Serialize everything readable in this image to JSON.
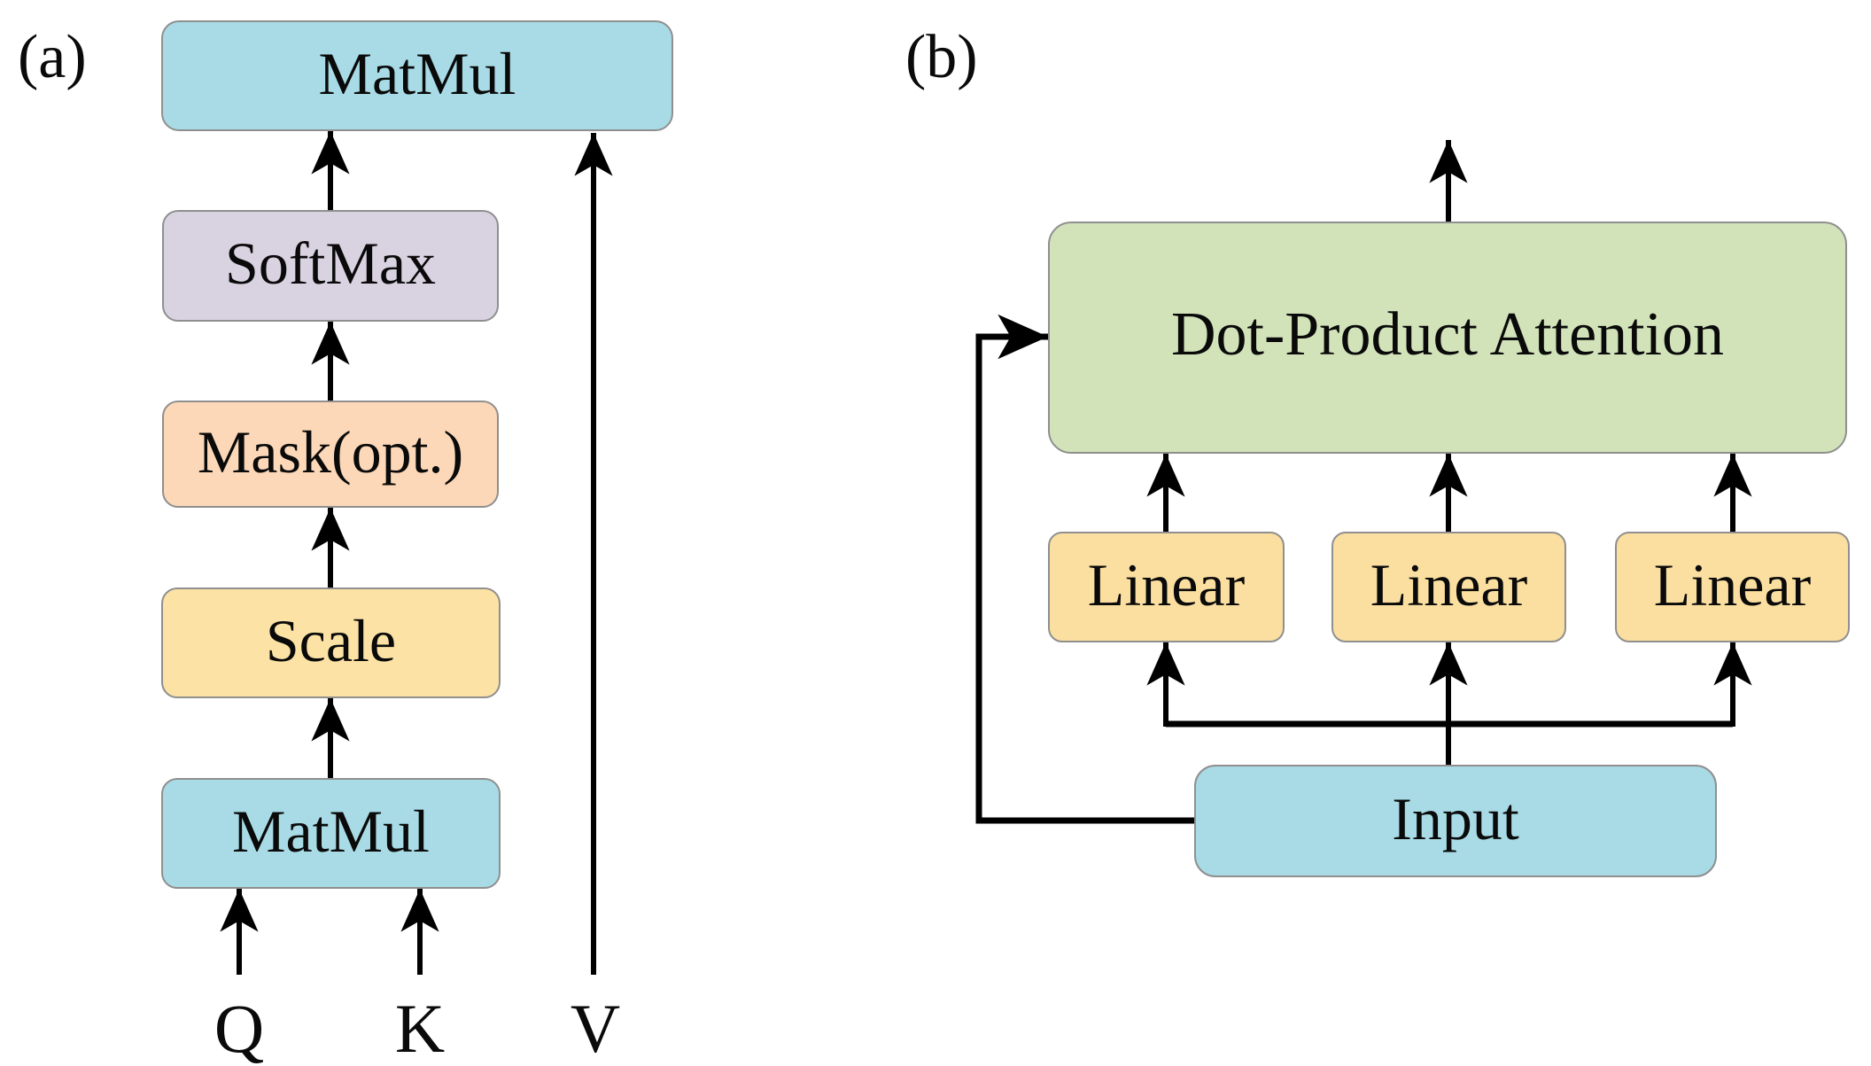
{
  "figure": {
    "panel_a": {
      "label": "(a)",
      "top_matmul": "MatMul",
      "softmax": "SoftMax",
      "mask": "Mask(opt.)",
      "scale": "Scale",
      "bottom_matmul": "MatMul",
      "input_q": "Q",
      "input_k": "K",
      "input_v": "V"
    },
    "panel_b": {
      "label": "(b)",
      "attention": "Dot-Product Attention",
      "linear_1": "Linear",
      "linear_2": "Linear",
      "linear_3": "Linear",
      "input": "Input"
    },
    "colors": {
      "matmul": "#a8dbe6",
      "softmax": "#d9d3e1",
      "mask": "#fcd8b8",
      "scale": "#fce2a4",
      "linear": "#fbdfa0",
      "attention": "#d2e3ba",
      "input": "#a8dbe6",
      "box_border": "#8f8f8f",
      "arrow": "#000000",
      "background": "#ffffff"
    }
  }
}
